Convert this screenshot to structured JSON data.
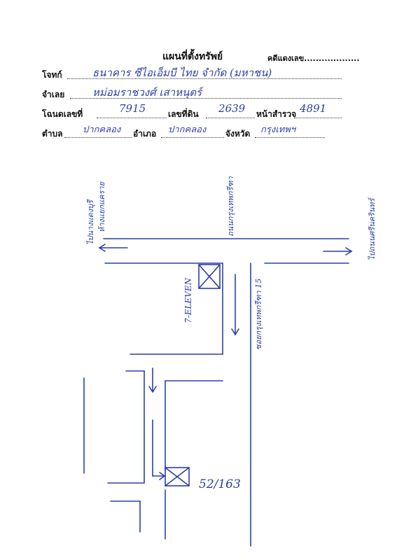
{
  "header": {
    "title": "แผนที่ตั้งทรัพย์",
    "case_label": "คดีแดงเลข",
    "case_value": "..................."
  },
  "fields": {
    "plaintiff_label": "โจทก์",
    "plaintiff_value": "ธนาคาร ซีไอเอ็มบี ไทย จำกัด (มหาชน)",
    "defendant_label": "จำเลย",
    "defendant_value": "หม่อมราชวงศ์ เสาหนุตร์",
    "deed_label": "โฉนดเลขที่",
    "deed_value": "7915",
    "land_label": "เลขที่ดิน",
    "land_value": "2639",
    "survey_label": "หน้าสำรวจ",
    "survey_value": "4891",
    "subdistrict_label": "ตำบล",
    "subdistrict_value": "ปากคลอง",
    "district_label": "อำเภอ",
    "district_value": "ปากคลอง",
    "province_label": "จังหวัด",
    "province_value": "กรุงเทพฯ"
  },
  "map": {
    "left_direction": "ไปนางแดงบุรี",
    "left_direction2": "ห้างแยกแคราย",
    "main_road": "ถนนกรุงเทพกรีฑา",
    "right_direction": "ไปถนนศรีนครินทร์",
    "soi_label": "ซอยกรุงเทพกรีฑา 15",
    "store_label": "7-ELEVEN",
    "house_number": "52/163"
  },
  "colors": {
    "ink": "#2b3fa8",
    "print": "#111111"
  }
}
